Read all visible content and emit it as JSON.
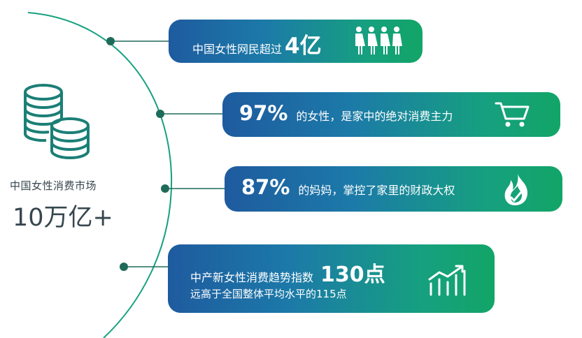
{
  "market": {
    "label": "中国女性消费市场",
    "value": "10万亿+",
    "icon": "coin-stack-icon"
  },
  "stats": [
    {
      "text": "中国女性网民超过",
      "highlight": "4亿",
      "icon": "women-group-icon"
    },
    {
      "highlight": "97%",
      "text": "的女性，是家中的绝对消费主力",
      "icon": "shopping-cart-icon"
    },
    {
      "highlight": "87%",
      "text": "的妈妈，掌控了家里的财政大权",
      "icon": "flame-icon"
    },
    {
      "text": "中产新女性消费趋势指数",
      "highlight": "130点",
      "subtext": "远高于全国整体平均水平的115点",
      "icon": "rising-chart-icon"
    }
  ],
  "colors": {
    "gradient_start": "#1e5b9f",
    "gradient_end": "#12a567",
    "arc": "#16a07f",
    "dot": "#1f6b5a",
    "coins": "#1b7f76",
    "text_dark": "#37474f"
  }
}
